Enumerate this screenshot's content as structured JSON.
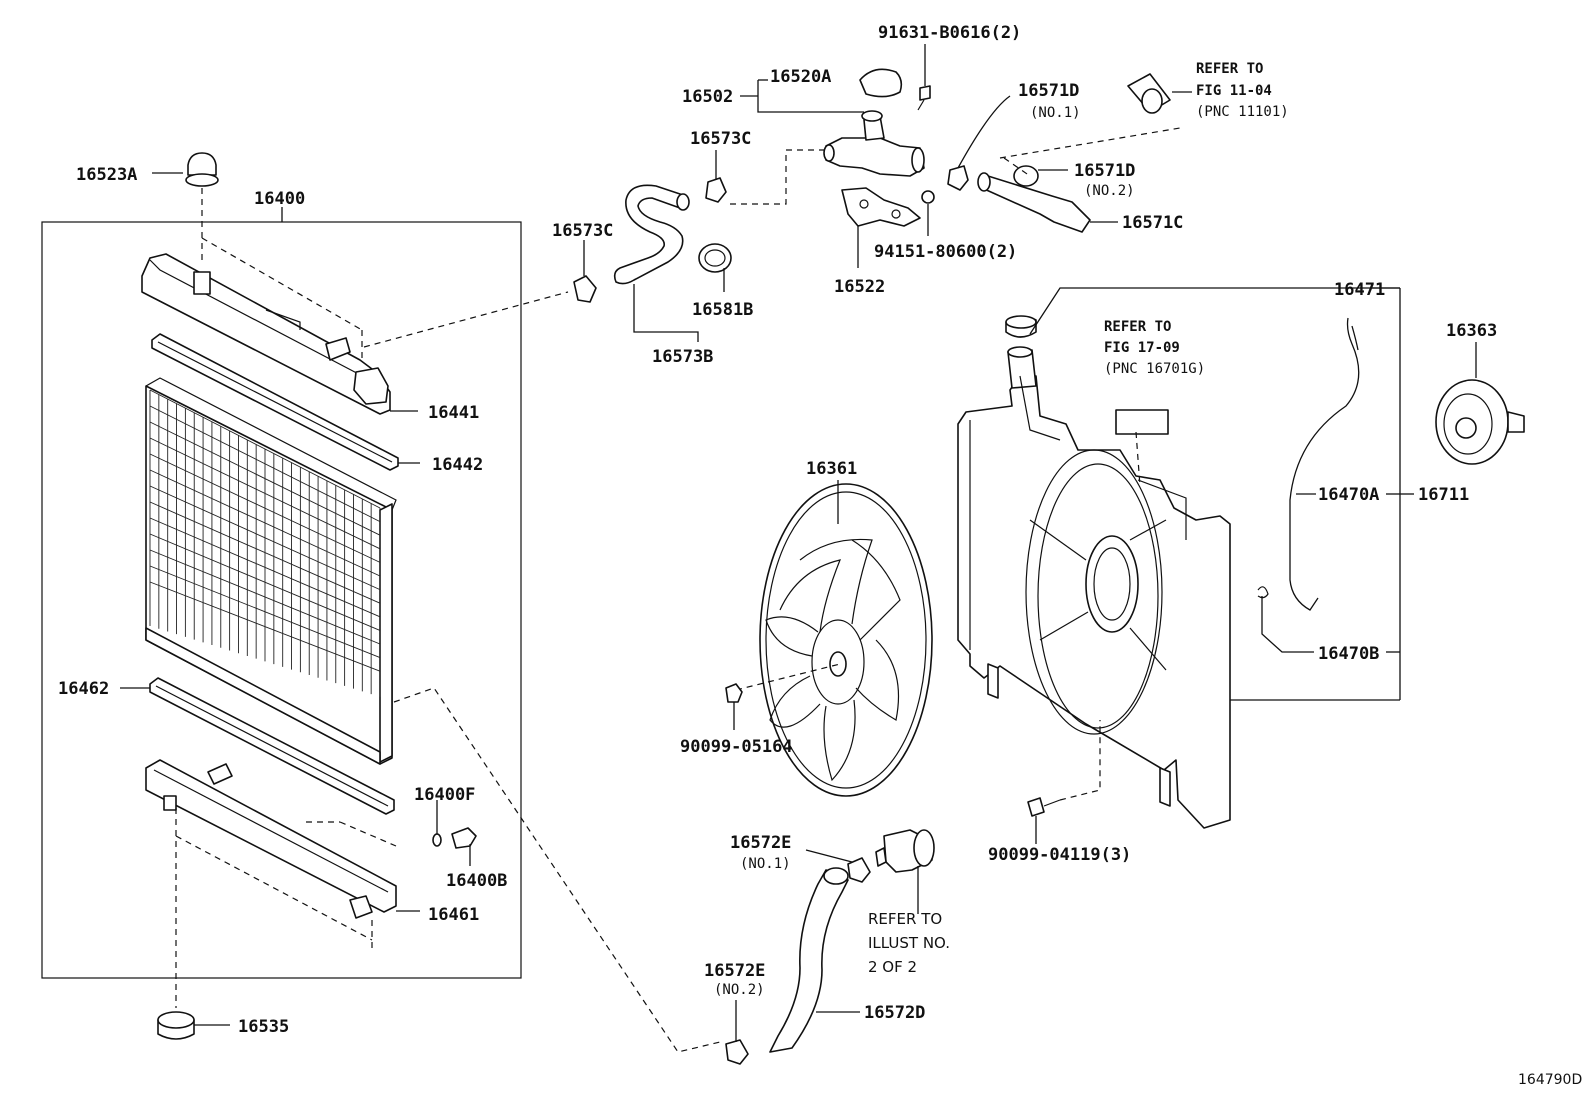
{
  "diagram_id": "164790D",
  "labels": {
    "p91631": "91631-B0616(2)",
    "p16520A": "16520A",
    "p16502": "16502",
    "p16571D1": "16571D",
    "p16571D1_note": "(NO.1)",
    "refer1_line1": "REFER TO",
    "refer1_line2": "FIG 11-04",
    "refer1_line3": "(PNC 11101)",
    "p16573C_top": "16573C",
    "p16571D2": "16571D",
    "p16571D2_note": "(NO.2)",
    "p16523A": "16523A",
    "p16400": "16400",
    "p16571C": "16571C",
    "p16573C_left": "16573C",
    "p94151": "94151-80600(2)",
    "p16522": "16522",
    "p16581B": "16581B",
    "p16471": "16471",
    "refer2_line1": "REFER TO",
    "refer2_line2": "FIG 17-09",
    "refer2_line3": "(PNC 16701G)",
    "p16573B": "16573B",
    "p16363": "16363",
    "p16441": "16441",
    "p16442": "16442",
    "p16361": "16361",
    "p16470A": "16470A",
    "p16711": "16711",
    "p16470B": "16470B",
    "p16462": "16462",
    "p90099_05164": "90099-05164",
    "p16400F": "16400F",
    "p90099_04119": "90099-04119(3)",
    "p16572E1": "16572E",
    "p16572E1_note": "(NO.1)",
    "p16400B": "16400B",
    "refer3_line1": "REFER TO",
    "refer3_line2": "ILLUST NO.",
    "refer3_line3": "2 OF 2",
    "p16461": "16461",
    "p16572E2": "16572E",
    "p16572E2_note": "(NO.2)",
    "p16572D": "16572D",
    "p16535": "16535"
  }
}
